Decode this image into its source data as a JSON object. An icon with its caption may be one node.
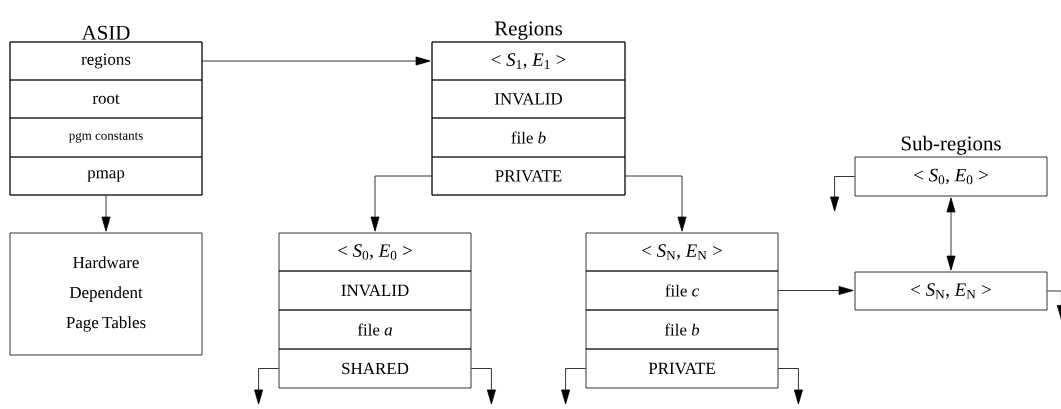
{
  "diagram": {
    "nodes": [
      {
        "text": [
          "ASID"
        ]
      },
      {
        "text": [
          "regions"
        ],
        "in": 0
      },
      {
        "text": [
          "root"
        ],
        "in": 0
      },
      {
        "text": [
          "pgm constants"
        ],
        "in": 0
      },
      {
        "text": [
          "pmap"
        ],
        "in": 0
      },
      {
        "text": [
          "Hardware Dependent Page Tables"
        ]
      },
      {
        "text": [
          "Regions"
        ]
      },
      {
        "text": [
          "< *S*$_{1}$, *E*$_{1}$ >"
        ],
        "in": 6
      },
      {
        "text": [
          "INVALID"
        ],
        "in": 6
      },
      {
        "text": [
          "file *b*"
        ],
        "in": 6
      },
      {
        "text": [
          "PRIVATE"
        ],
        "in": 6
      },
      {
        "text": [
          "< *S*$_{0}$, *E*$_{0}$ >"
        ]
      },
      {
        "text": [
          "INVALID"
        ]
      },
      {
        "text": [
          "file *a*"
        ]
      },
      {
        "text": [
          "SHARED"
        ]
      },
      {
        "text": [
          "< *S*$_{N}$, *E*$_{N}$ >"
        ]
      },
      {
        "text": [
          "file *c*"
        ]
      },
      {
        "text": [
          "file *b*"
        ]
      },
      {
        "text": [
          "PRIVATE"
        ]
      },
      {
        "text": [
          "Sub-regions",
          "< *S*$_{0}$, *E*$_{0}$ >"
        ]
      },
      {
        "text": [
          "< *S*$_{N}$, *E*$_{N}$ >"
        ]
      }
    ],
    "edges": [
      {
        "from": 1,
        "to": 7,
        "arrow": "to"
      },
      {
        "from": 4,
        "to": 5,
        "arrow": "to"
      },
      {
        "from": 10,
        "to": 11,
        "arrow": "to"
      },
      {
        "from": 10,
        "to": 15,
        "arrow": "to"
      },
      {
        "from": 14,
        "to": null,
        "arrow": "to"
      },
      {
        "from": 14,
        "to": null,
        "arrow": "to"
      },
      {
        "from": 18,
        "to": null,
        "arrow": "to"
      },
      {
        "from": 18,
        "to": null,
        "arrow": "to"
      },
      {
        "from": 16,
        "to": 20,
        "arrow": "to"
      },
      {
        "from": 19,
        "to": null,
        "arrow": "to"
      },
      {
        "from": 19,
        "to": 20,
        "arrow": "both"
      },
      {
        "from": 20,
        "to": null,
        "arrow": "to"
      }
    ]
  }
}
